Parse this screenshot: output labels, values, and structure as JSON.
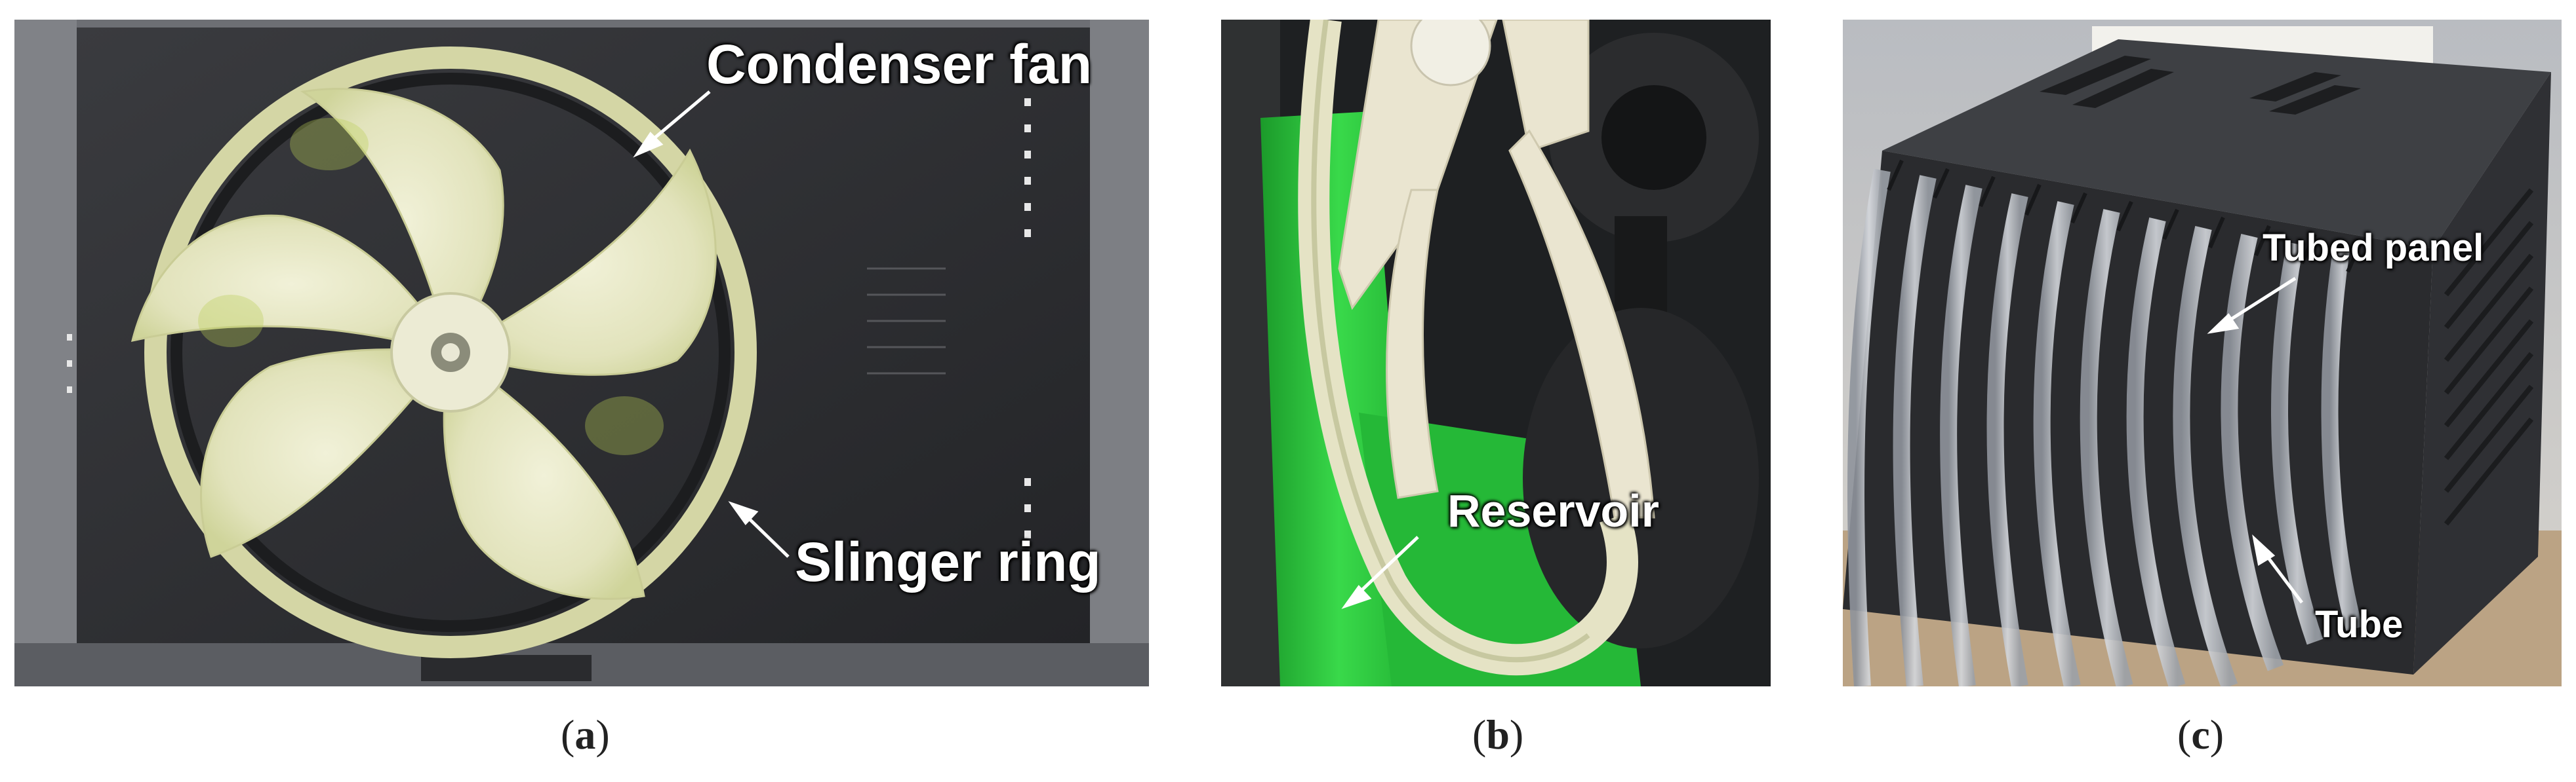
{
  "panels": [
    {
      "id": "a",
      "caption_letter": "a",
      "labels": {
        "fan": "Condenser fan",
        "ring": "Slinger ring"
      }
    },
    {
      "id": "b",
      "caption_letter": "b",
      "labels": {
        "reservoir": "Reservoir"
      }
    },
    {
      "id": "c",
      "caption_letter": "c",
      "labels": {
        "panel": "Tubed panel",
        "tube": "Tube"
      }
    }
  ],
  "colors": {
    "housing": "#2a2a2c",
    "fan_blade": "#e3e3c0",
    "ring": "#d7d7a8",
    "water": "#2ecc3c",
    "tube": "#a9aeb6",
    "unit_body": "#3c3e42"
  }
}
